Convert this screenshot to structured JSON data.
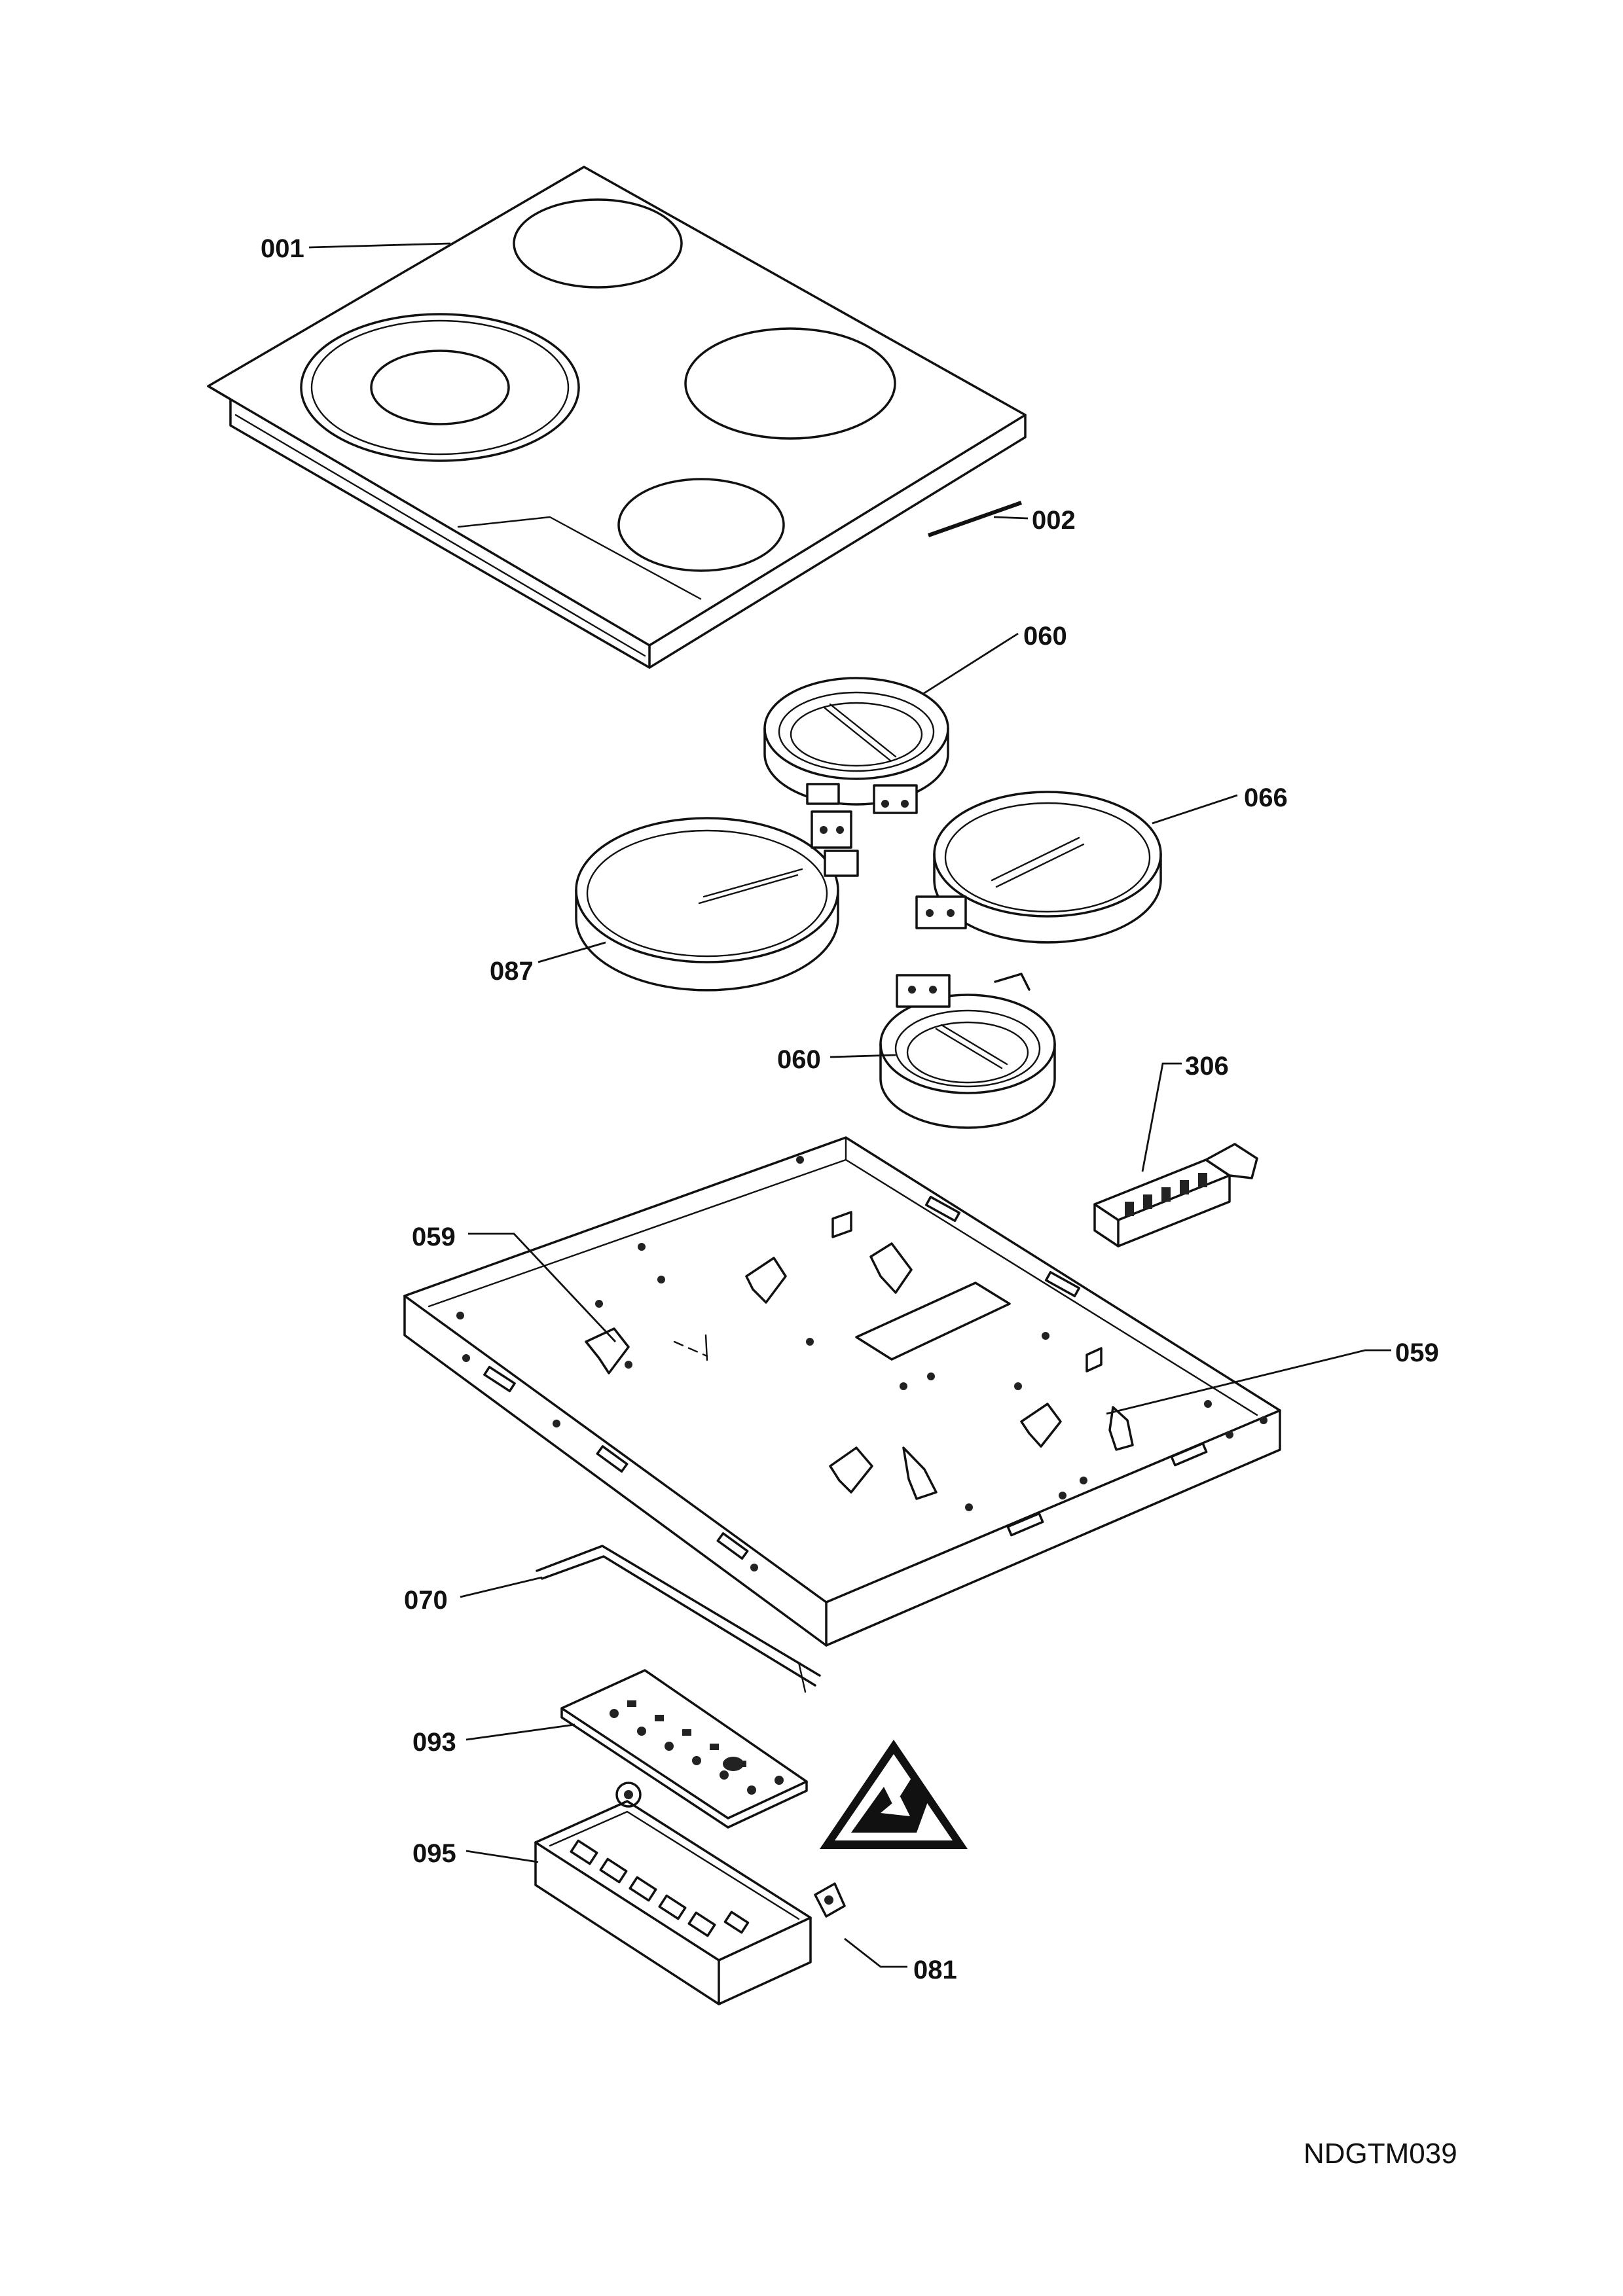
{
  "drawing_code": "NDGTM039",
  "parts": [
    {
      "id": "001"
    },
    {
      "id": "002"
    },
    {
      "id": "060"
    },
    {
      "id": "066"
    },
    {
      "id": "087"
    },
    {
      "id": "060"
    },
    {
      "id": "306"
    },
    {
      "id": "059"
    },
    {
      "id": "059"
    },
    {
      "id": "070"
    },
    {
      "id": "093"
    },
    {
      "id": "095"
    },
    {
      "id": "081"
    }
  ]
}
